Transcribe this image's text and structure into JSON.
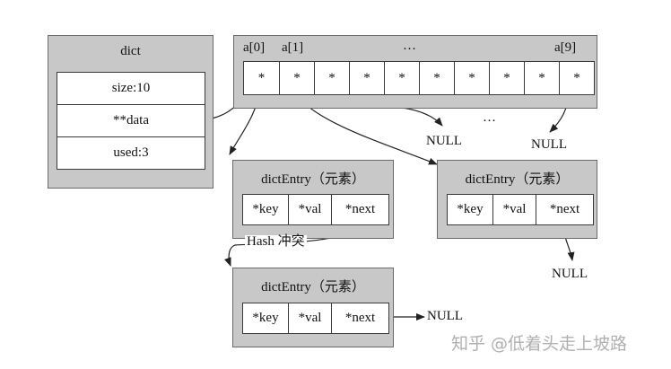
{
  "dict": {
    "title": "dict",
    "fields": [
      "size:10",
      "**data",
      "used:3"
    ]
  },
  "table": {
    "index_labels": [
      "a[0]",
      "a[1]",
      "…",
      "a[9]"
    ],
    "cells": [
      "*",
      "*",
      "*",
      "*",
      "*",
      "*",
      "*",
      "*",
      "*",
      "*"
    ],
    "gap_ellipsis": "…"
  },
  "entries": [
    {
      "title": "dictEntry（元素）",
      "fields": [
        "*key",
        "*val",
        "*next"
      ]
    },
    {
      "title": "dictEntry（元素）",
      "fields": [
        "*key",
        "*val",
        "*next"
      ]
    },
    {
      "title": "dictEntry（元素）",
      "fields": [
        "*key",
        "*val",
        "*next"
      ]
    }
  ],
  "nulls": [
    "NULL",
    "NULL",
    "NULL",
    "NULL"
  ],
  "collision_label": "Hash 冲突",
  "watermark": "知乎 @低着头走上坡路",
  "colors": {
    "box_fill": "#c8c8c8",
    "cell_fill": "#ffffff",
    "line": "#222222"
  }
}
